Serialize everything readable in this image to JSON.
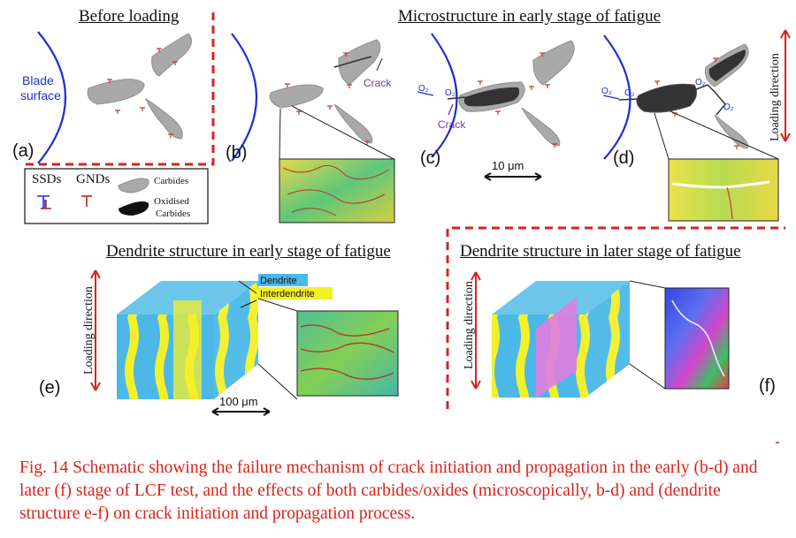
{
  "headings": {
    "before": "Before loading",
    "micro": "Microstructure in early stage of fatigue",
    "dendrite_early": "Dendrite structure in early stage of fatigue",
    "dendrite_later": "Dendrite structure in later stage of fatigue"
  },
  "labels": {
    "blade": "Blade",
    "surface": "surface",
    "crack": "Crack",
    "oxygen": "O₂",
    "scale_micro": "10 μm",
    "scale_dendrite": "100 μm",
    "loading_direction": "Loading direction",
    "dendrite": "Dendrite",
    "interdendrite": "Interdendrite"
  },
  "panels": [
    "(a)",
    "(b)",
    "(c)",
    "(d)",
    "(e)",
    "(f)"
  ],
  "legend": {
    "ssds": "SSDs",
    "gnds": "GNDs",
    "carbides": "Carbides",
    "oxidised": "Oxidised",
    "oxidised2": "Carbides"
  },
  "caption": "Fig. 14 Schematic showing the failure mechanism of crack initiation and propagation in the early (b-d) and later (f) stage of LCF test, and the effects of both carbides/oxides (microscopically, b-d) and (dendrite structure e-f) on crack initiation and propagation process.",
  "colors": {
    "caption": "#d9231c",
    "dashed_separator": "#d9231c",
    "blade_surface": "#1f2fd0",
    "dislocation": "#c0392b",
    "carbide": "#a9a9a9",
    "oxidised": "#333333",
    "dendrite": "#4bb8e8",
    "interdendrite": "#f3f02a",
    "crack_plane": "#e07de0"
  }
}
